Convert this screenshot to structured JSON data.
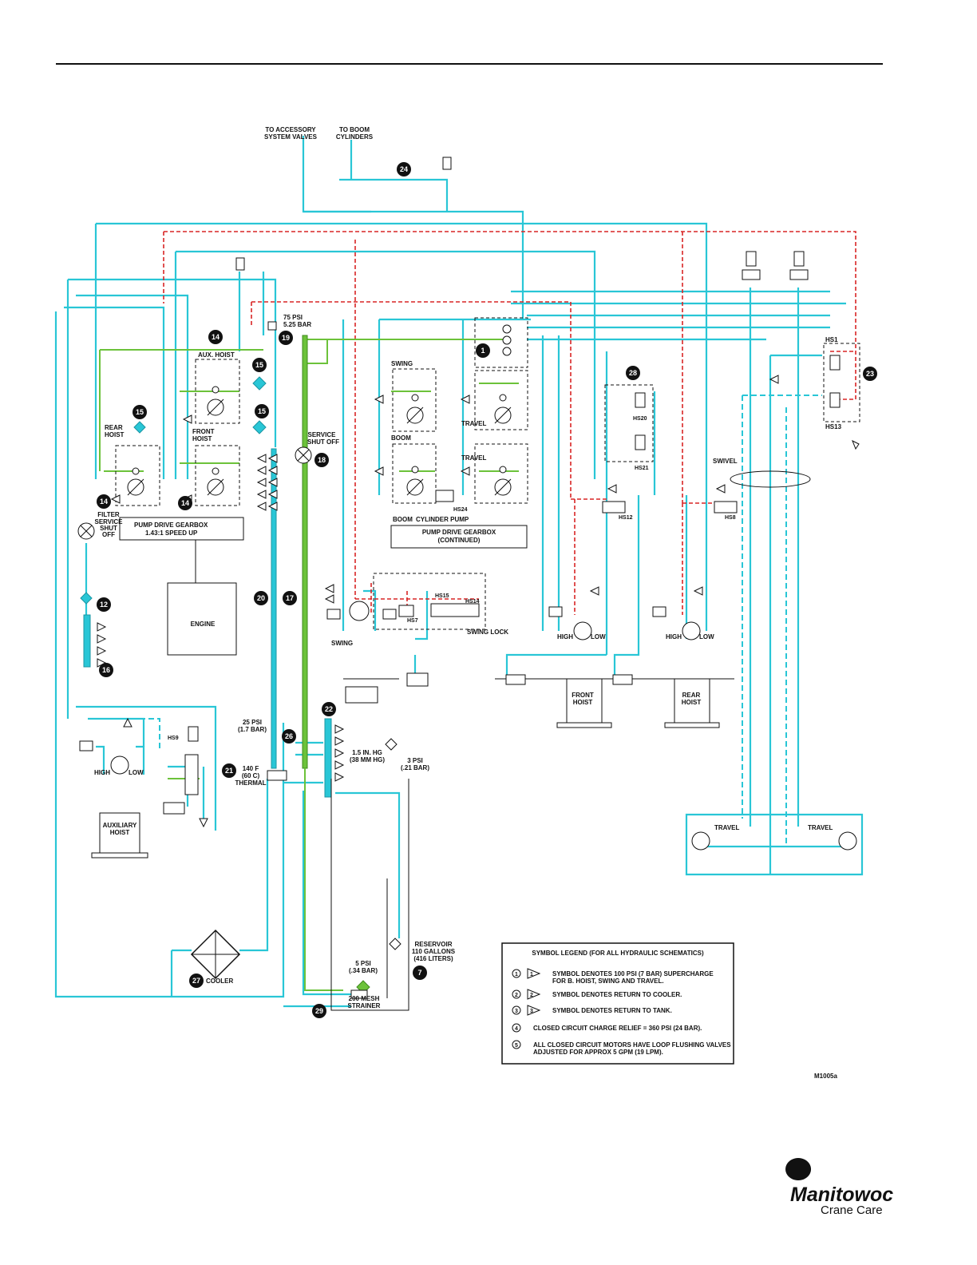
{
  "labels": {
    "to_accessory": "TO ACCESSORY",
    "system_valves": "SYSTEM VALVES",
    "to_boom": "TO BOOM",
    "cylinders": "CYLINDERS",
    "psi75": "75 PSI",
    "bar525": "5.25 BAR",
    "aux_hoist": "AUX. HOIST",
    "rear": "REAR",
    "hoist": "HOIST",
    "front": "FRONT",
    "swing": "SWING",
    "travel": "TRAVEL",
    "boom": "BOOM",
    "cylinder_pump": "CYLINDER PUMP",
    "service": "SERVICE",
    "shut_off": "SHUT OFF",
    "filter": "FILTER",
    "service2": "SERVICE",
    "shut": "SHUT",
    "off": "OFF",
    "pdg": "PUMP DRIVE GEARBOX",
    "speedup": "1.43:1 SPEED UP",
    "pdg2": "PUMP DRIVE GEARBOX",
    "continued": "(CONTINUED)",
    "engine": "ENGINE",
    "swivel": "SWIVEL",
    "swing_lock": "SWING LOCK",
    "high": "HIGH",
    "low": "LOW",
    "front_hoist_a": "FRONT",
    "front_hoist_b": "HOIST",
    "rear_hoist_a": "REAR",
    "rear_hoist_b": "HOIST",
    "aux_a": "AUXILIARY",
    "aux_b": "HOIST",
    "psi25": "25 PSI",
    "bar17": "(1.7 BAR)",
    "temp_a": "140 F",
    "temp_b": "(60 C)",
    "thermal": "THERMAL",
    "hg_a": "1.5 IN. HG",
    "hg_b": "(38 MM HG)",
    "psi3": "3 PSI",
    "bar21": "(.21 BAR)",
    "reservoir": "RESERVOIR",
    "gallons": "110 GALLONS",
    "liters": "(416 LITERS)",
    "psi5": "5 PSI",
    "bar34": "(.34 BAR)",
    "mesh": "200 MESH",
    "strainer": "STRAINER",
    "cooler": "COOLER",
    "hs1": "HS1",
    "hs13": "HS13",
    "hs20": "HS20",
    "hs21": "HS21",
    "hs24": "HS24",
    "hs12": "HS12",
    "hs8": "HS8",
    "hs15": "HS15",
    "hs14": "HS14",
    "hs7": "HS7",
    "hs9": "HS9",
    "travel_l": "TRAVEL",
    "travel_r": "TRAVEL",
    "code": "M1005a"
  },
  "callouts": [
    "24",
    "14",
    "19",
    "1",
    "28",
    "23",
    "15",
    "15",
    "15",
    "18",
    "14",
    "14",
    "12",
    "16",
    "20",
    "17",
    "22",
    "26",
    "21",
    "27",
    "7",
    "29"
  ],
  "legend": {
    "title": "SYMBOL LEGEND (FOR ALL HYDRAULIC SCHEMATICS)",
    "items": [
      {
        "n": "1",
        "line1": "SYMBOL DENOTES 100 PSI (7 BAR) SUPERCHARGE",
        "line2": "FOR B. HOIST, SWING AND TRAVEL."
      },
      {
        "n": "2",
        "line1": "SYMBOL DENOTES RETURN TO COOLER.",
        "line2": ""
      },
      {
        "n": "3",
        "line1": "SYMBOL DENOTES RETURN TO TANK.",
        "line2": ""
      },
      {
        "n": "4",
        "line1": "CLOSED CIRCUIT CHARGE RELIEF = 360 PSI (24 BAR).",
        "line2": ""
      },
      {
        "n": "5",
        "line1": "ALL CLOSED CIRCUIT MOTORS HAVE LOOP FLUSHING VALVES",
        "line2": "ADJUSTED FOR APPROX 5 GPM (19 LPM)."
      }
    ]
  },
  "brand": {
    "name": "Manitowoc",
    "sub": "Crane Care"
  },
  "colors": {
    "pressure_line": "#29c6d6",
    "pilot_line": "#d92525",
    "supply_line": "#6cc23a"
  }
}
